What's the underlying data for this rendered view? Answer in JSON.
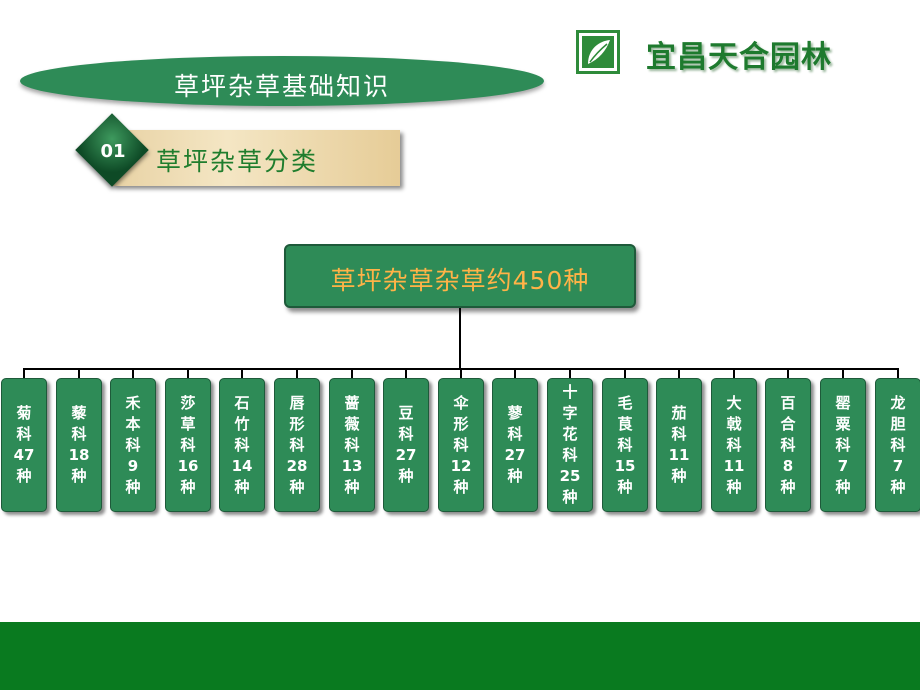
{
  "brand": {
    "name": "宜昌天合园林"
  },
  "title": "草坪杂草基础知识",
  "section": {
    "number": "01",
    "label": "草坪杂草分类"
  },
  "root": "草坪杂草杂草约450种",
  "leaves": [
    "菊\n科\n47\n种",
    "藜\n科\n18\n种",
    "禾\n本\n科\n9\n种",
    "莎\n草\n科\n16\n种",
    "石\n竹\n科\n14\n种",
    "唇\n形\n科\n28\n种",
    "蔷\n薇\n科\n13\n种",
    "豆\n科\n27\n种",
    "伞\n形\n科\n12\n种",
    "蓼\n科\n27\n种",
    "十\n字\n花\n科\n25\n种",
    "毛\n茛\n科\n15\n种",
    "茄\n科\n11\n种",
    "大\n戟\n科\n11\n种",
    "百\n合\n科\n8\n种",
    "罂\n粟\n科\n7\n种",
    "龙\n胆\n科\n7\n种"
  ]
}
